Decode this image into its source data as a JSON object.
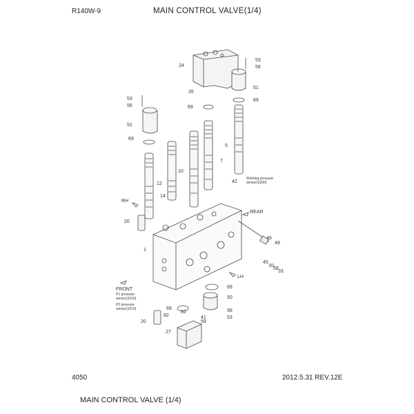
{
  "header": {
    "model": "R140W-9",
    "title": "MAIN CONTROL VALVE(1/4)"
  },
  "footer": {
    "page": "4050",
    "revision": "2012.5.31  REV.12E"
  },
  "caption": "MAIN CONTROL VALVE (1/4)",
  "directions": {
    "rh": "RH",
    "rear": "REAR",
    "lh": "LH",
    "front": "FRONT"
  },
  "notes": {
    "working_pressure": "Working pressure sensor(3200)",
    "p1": "P1 pressure sensor(3210)",
    "p2": "P2 pressure sensor(3210)"
  },
  "part_labels": [
    "24",
    "53",
    "56",
    "51",
    "26",
    "69",
    "69",
    "53",
    "56",
    "51",
    "69",
    "5",
    "7",
    "10",
    "12",
    "14",
    "42",
    "20",
    "48",
    "49",
    "1",
    "45",
    "81",
    "58",
    "33",
    "69",
    "50",
    "56",
    "53",
    "69",
    "82",
    "82",
    "41",
    "59",
    "20",
    "27"
  ]
}
